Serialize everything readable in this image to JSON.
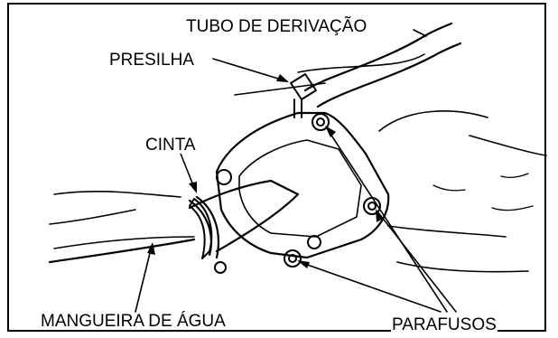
{
  "labels": {
    "bypass_tube": "TUBO DE DERIVAÇÃO",
    "clip": "PRESILHA",
    "band": "CINTA",
    "water_hose": "MANGUEIRA DE ÁGUA",
    "bolts": "PARAFUSOS"
  },
  "colors": {
    "ink": "#000000",
    "paper": "#ffffff"
  }
}
